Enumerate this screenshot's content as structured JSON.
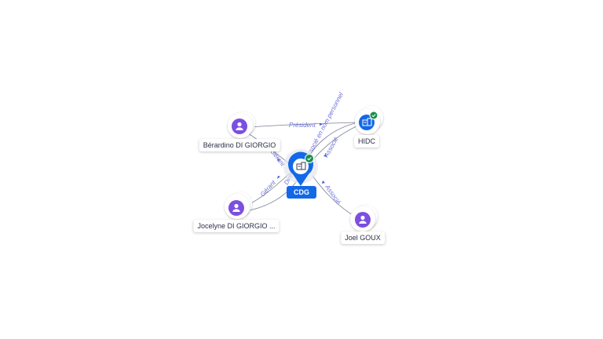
{
  "center": {
    "label": "CDG",
    "icon": "company-icon",
    "verified": true,
    "color": "#1368e8"
  },
  "nodes": [
    {
      "id": "berardino",
      "label": "Bérardino DI GIORGIO",
      "type": "person",
      "icon": "person-icon",
      "color": "#7b4fe0"
    },
    {
      "id": "jocelyne",
      "label": "Jocelyne DI GIORGIO ...",
      "type": "person",
      "icon": "person-icon",
      "color": "#7b4fe0"
    },
    {
      "id": "joel",
      "label": "Joel GOUX",
      "type": "person",
      "icon": "person-icon",
      "color": "#7b4fe0"
    },
    {
      "id": "hidc",
      "label": "HIDC",
      "type": "company",
      "icon": "company-icon",
      "verified": true,
      "color": "#1368e8"
    }
  ],
  "edges": [
    {
      "from": "berardino",
      "to": "hidc",
      "label": "Président"
    },
    {
      "from": "berardino",
      "to": "center",
      "label": "Gérant"
    },
    {
      "from": "jocelyne",
      "to": "center",
      "label": "Gérant"
    },
    {
      "from": "jocelyne",
      "to": "center",
      "label": "Directeur"
    },
    {
      "from": "hidc",
      "to": "center",
      "label": "Associé"
    },
    {
      "from": "hidc",
      "to": "center",
      "label": "Associé en nom personnel"
    },
    {
      "from": "joel",
      "to": "center",
      "label": "Associé"
    }
  ],
  "colors": {
    "edge": "#7d8196",
    "edge_label": "#6b6fd6",
    "verified_badge": "#1a8f4b"
  }
}
